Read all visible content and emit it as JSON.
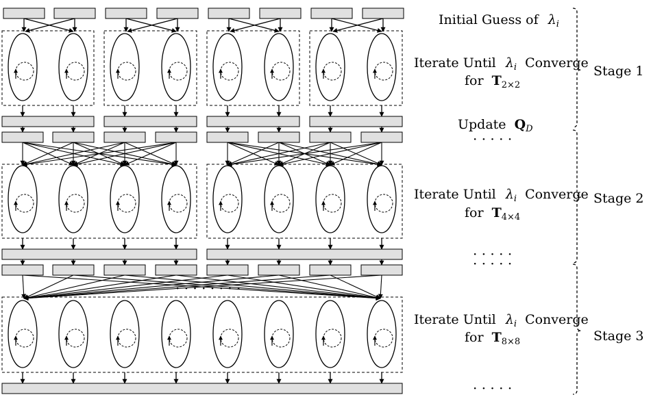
{
  "stages": [
    {
      "label": "Stage 1",
      "iterate_text": "Iterate Until",
      "lambda": "λ",
      "lambda_sub": "i",
      "converge_text": "Converge",
      "for_text": "for",
      "matrix": "T",
      "matrix_sub": "2×2"
    },
    {
      "label": "Stage 2",
      "iterate_text": "Iterate Until",
      "lambda": "λ",
      "lambda_sub": "i",
      "converge_text": "Converge",
      "for_text": "for",
      "matrix": "T",
      "matrix_sub": "4×4"
    },
    {
      "label": "Stage 3",
      "iterate_text": "Iterate Until",
      "lambda": "λ",
      "lambda_sub": "i",
      "converge_text": "Converge",
      "for_text": "for",
      "matrix": "T",
      "matrix_sub": "8×8"
    }
  ],
  "initial_guess": {
    "text": "Initial Guess of",
    "lambda": "λ",
    "lambda_sub": "i"
  },
  "update": {
    "text": "Update",
    "matrix": "Q",
    "matrix_sub": "D"
  },
  "continuation_dots": "· · · · ·",
  "stage3_dots": "· · · · · · · ·"
}
